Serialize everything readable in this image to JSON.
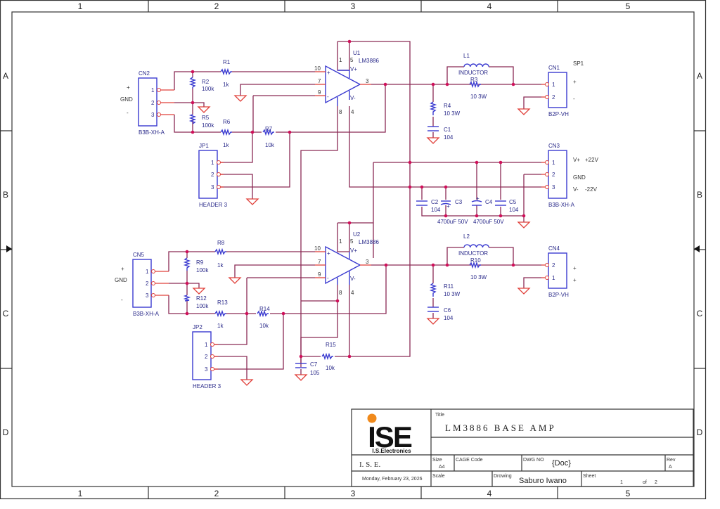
{
  "frame": {
    "columns": [
      "1",
      "2",
      "3",
      "4",
      "5"
    ],
    "rows": [
      "A",
      "B",
      "C",
      "D"
    ]
  },
  "colors": {
    "wire": "#8a2a55",
    "pin": "#e0403a",
    "symbol": "#3a3ad0",
    "junction": "#d0105a",
    "logo_dot": "#f08a1c"
  },
  "components": {
    "cn2": {
      "ref": "CN2",
      "part": "B3B-XH-A",
      "pins": [
        "1",
        "2",
        "3"
      ],
      "side_labels": [
        "+",
        "GND",
        "-"
      ]
    },
    "cn5": {
      "ref": "CN5",
      "part": "B3B-XH-A",
      "pins": [
        "1",
        "2",
        "3"
      ],
      "side_labels": [
        "+",
        "GND",
        "-"
      ]
    },
    "cn1": {
      "ref": "CN1",
      "part": "B2P-VH",
      "pins": [
        "1",
        "2"
      ],
      "side_labels": [
        "+",
        "-"
      ],
      "group": "SP1"
    },
    "cn4": {
      "ref": "CN4",
      "part": "B2P-VH",
      "pins": [
        "2",
        "1"
      ],
      "side_labels": [
        "+",
        "+"
      ]
    },
    "cn3": {
      "ref": "CN3",
      "part": "B3B-XH-A",
      "pins": [
        "1",
        "2",
        "3"
      ],
      "side_labels": [
        "V+",
        "GND",
        "V-"
      ],
      "side_values": [
        "+22V",
        "",
        "-22V"
      ]
    },
    "jp1": {
      "ref": "JP1",
      "part": "HEADER 3",
      "pins": [
        "1",
        "2",
        "3"
      ]
    },
    "jp2": {
      "ref": "JP2",
      "part": "HEADER 3",
      "pins": [
        "1",
        "2",
        "3"
      ]
    },
    "u1": {
      "ref": "U1",
      "part": "LM3886",
      "pins": {
        "in_plus": "10",
        "mute": "7",
        "in_minus": "9",
        "out": "3",
        "p1": "1",
        "p5": "5",
        "p8": "8",
        "p4": "4",
        "vplus": "V+",
        "vminus": "V-",
        "plus": "+",
        "minus": "-"
      }
    },
    "u2": {
      "ref": "U2",
      "part": "LM3886",
      "pins": {
        "in_plus": "10",
        "mute": "7",
        "in_minus": "9",
        "out": "3",
        "p1": "1",
        "p5": "5",
        "p8": "8",
        "p4": "4",
        "vplus": "V+",
        "vminus": "V-",
        "plus": "+",
        "minus": "-"
      }
    },
    "r1": {
      "ref": "R1",
      "value": "1k"
    },
    "r2": {
      "ref": "R2",
      "value": "100k"
    },
    "r3": {
      "ref": "R3",
      "value": "10 3W"
    },
    "r4": {
      "ref": "R4",
      "value": "10 3W"
    },
    "r5": {
      "ref": "R5",
      "value": "100k"
    },
    "r6": {
      "ref": "R6",
      "value": "1k"
    },
    "r7": {
      "ref": "R7",
      "value": "10k"
    },
    "r8": {
      "ref": "R8",
      "value": "1k"
    },
    "r9": {
      "ref": "R9",
      "value": "100k"
    },
    "r10": {
      "ref": "R10",
      "value": "10 3W"
    },
    "r11": {
      "ref": "R11",
      "value": "10 3W"
    },
    "r12": {
      "ref": "R12",
      "value": "100k"
    },
    "r13": {
      "ref": "R13",
      "value": "1k"
    },
    "r14": {
      "ref": "R14",
      "value": "10k"
    },
    "r15": {
      "ref": "R15",
      "value": "10k"
    },
    "l1": {
      "ref": "L1",
      "value": "INDUCTOR"
    },
    "l2": {
      "ref": "L2",
      "value": "INDUCTOR"
    },
    "c1": {
      "ref": "C1",
      "value": "104"
    },
    "c2": {
      "ref": "C2",
      "value": "104"
    },
    "c3": {
      "ref": "C3",
      "value": "4700uF 50V"
    },
    "c4": {
      "ref": "C4",
      "value": "4700uF 50V"
    },
    "c5": {
      "ref": "C5",
      "value": "104"
    },
    "c6": {
      "ref": "C6",
      "value": "104"
    },
    "c7": {
      "ref": "C7",
      "value": "105"
    }
  },
  "title_block": {
    "logo_text": "ISE",
    "logo_sub": "I.S.Electronics",
    "title_label": "Title",
    "title": "LM3886  BASE  AMP",
    "company": "I. S. E.",
    "size_label": "Size",
    "size": "A4",
    "cage_label": "CAGE Code",
    "cage": "",
    "dwg_label": "DWG NO",
    "dwg": "{Doc}",
    "rev_label": "Rev",
    "rev": "A",
    "date": "Monday, February 23, 2026",
    "scale_label": "Scale",
    "drawing_label": "Drowing",
    "drawer": "Saburo Iwano",
    "sheet_label": "Sheet",
    "sheet": "1",
    "of_label": "of",
    "sheet_total": "2"
  }
}
